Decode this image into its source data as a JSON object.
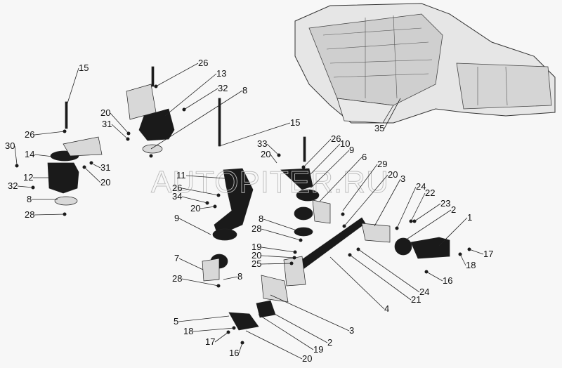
{
  "watermark": "AUTOPITER.RU",
  "callouts": [
    "15",
    "26",
    "13",
    "32",
    "8",
    "20",
    "31",
    "26",
    "30",
    "14",
    "31",
    "12",
    "20",
    "32",
    "8",
    "28",
    "15",
    "33",
    "26",
    "10",
    "20",
    "9",
    "6",
    "29",
    "11",
    "20",
    "3",
    "26",
    "24",
    "22",
    "34",
    "20",
    "23",
    "2",
    "9",
    "8",
    "28",
    "1",
    "19",
    "17",
    "20",
    "25",
    "7",
    "8",
    "18",
    "28",
    "16",
    "24",
    "21",
    "4",
    "5",
    "3",
    "18",
    "2",
    "17",
    "19",
    "16",
    "20",
    "35"
  ],
  "colors": {
    "part_dark": "#1a1a1a",
    "part_light": "#d8d8d8",
    "background": "#f7f7f7"
  }
}
